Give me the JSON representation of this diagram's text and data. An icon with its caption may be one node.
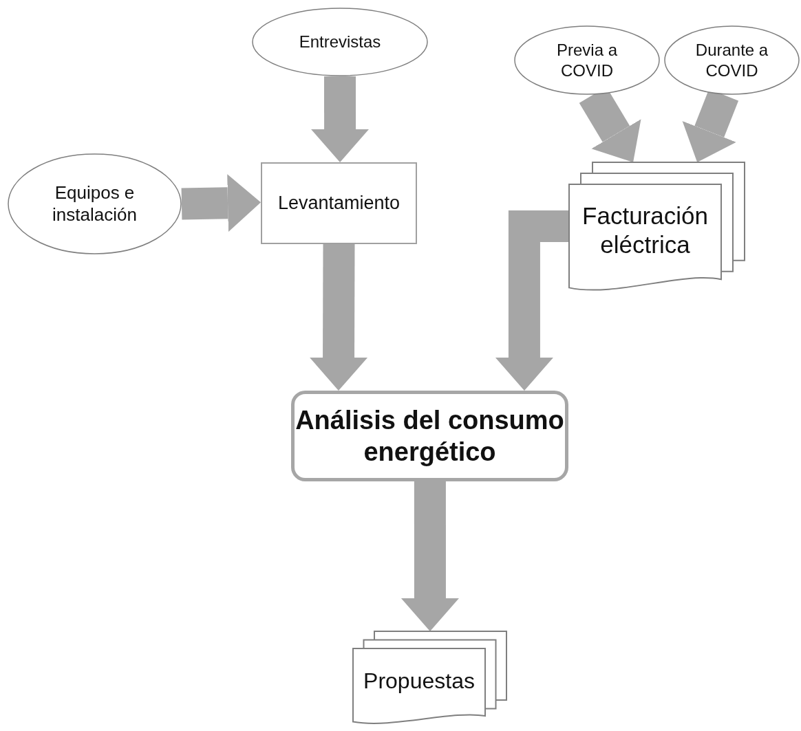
{
  "diagram": {
    "nodes": [
      {
        "text": [
          "Entrevistas"
        ]
      },
      {
        "text": [
          "Previa a COVID"
        ]
      },
      {
        "text": [
          "Durante a COVID"
        ]
      },
      {
        "text": [
          "Equipos e instalación"
        ]
      },
      {
        "text": [
          "Levantamiento"
        ]
      },
      {
        "text": [
          "Facturación eléctrica"
        ]
      },
      {
        "text": [
          "Análisis del consumo energético"
        ]
      },
      {
        "text": [
          "Propuestas"
        ]
      }
    ],
    "edges": [
      {
        "from": 0,
        "to": 4,
        "arrow": "to"
      },
      {
        "from": 3,
        "to": 4,
        "arrow": "to"
      },
      {
        "from": 1,
        "to": 5,
        "arrow": "to"
      },
      {
        "from": 2,
        "to": 5,
        "arrow": "to"
      },
      {
        "from": 4,
        "to": 6,
        "arrow": "to"
      },
      {
        "from": 5,
        "to": 6,
        "arrow": "to"
      },
      {
        "from": 6,
        "to": 7,
        "arrow": "to"
      }
    ]
  }
}
